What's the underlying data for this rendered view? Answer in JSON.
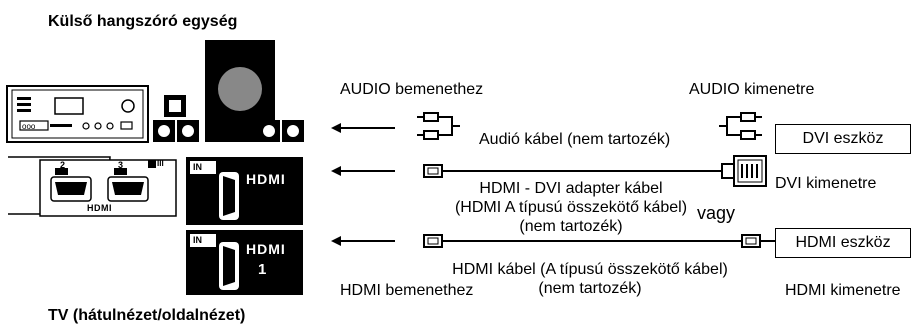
{
  "speaker_unit_title": "Külső hangszóró egység",
  "tv_title": "TV (hátulnézet/oldalnézet)",
  "audio_input_label": "AUDIO bemenethez",
  "audio_output_label": "AUDIO kimenetre",
  "audio_cable_label": "Audió kábel (nem tartozék)",
  "dvi_device_label": "DVI eszköz",
  "dvi_output_label": "DVI kimenetre",
  "hdmi_dvi_cable_line1": "HDMI - DVI adapter kábel",
  "hdmi_dvi_cable_line2": "(HDMI A típusú összekötő kábel)",
  "hdmi_dvi_cable_line3": "(nem tartozék)",
  "or_label": "vagy",
  "hdmi_device_label": "HDMI eszköz",
  "hdmi_cable_line1": "HDMI kábel (A típusú összekötő kábel)",
  "hdmi_cable_line2": "(nem tartozék)",
  "hdmi_input_label": "HDMI bemenethez",
  "hdmi_output_label": "HDMI kimenetre",
  "tv_side_panel": {
    "port_left_number": "2",
    "port_right_number": "3",
    "side_mark": "III",
    "logo_text": "HDMI"
  },
  "hdmi_panel_top": {
    "in_label": "IN",
    "logo_text": "HDMI"
  },
  "hdmi_panel_bottom": {
    "in_label": "IN",
    "logo_text": "HDMI",
    "port_number": "1"
  }
}
